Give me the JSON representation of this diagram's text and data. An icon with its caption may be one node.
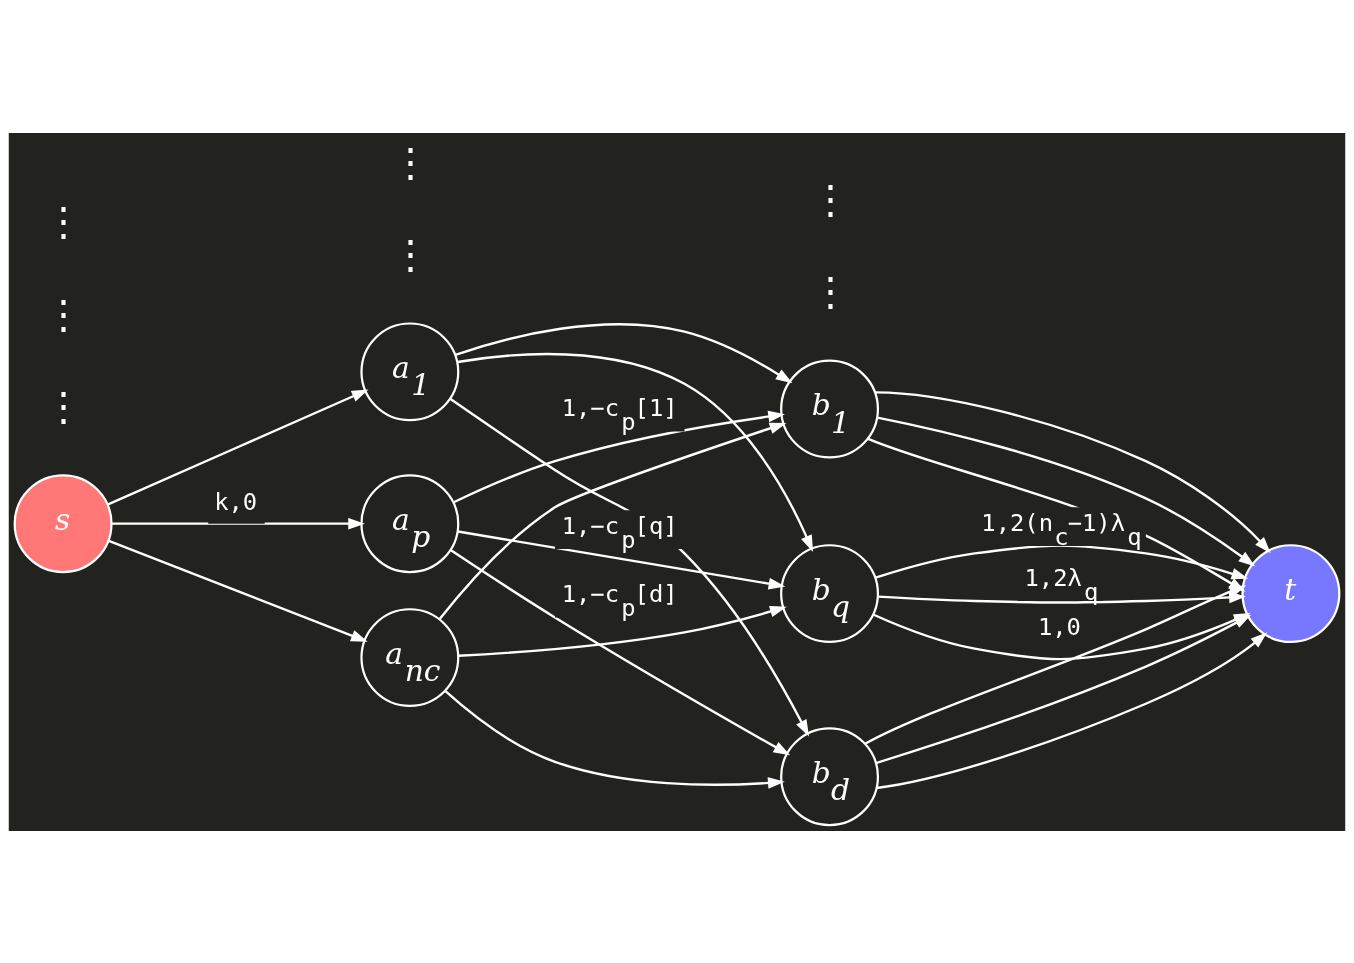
{
  "diagram": {
    "nodes": [
      {
        "text": [
          "s"
        ]
      },
      {
        "text": [
          "a$_{1}$"
        ]
      },
      {
        "text": [
          "a$_{p}$"
        ]
      },
      {
        "text": [
          "a$_{nc}$"
        ]
      },
      {
        "text": [
          "b$_{1}$"
        ]
      },
      {
        "text": [
          "b$_{q}$"
        ]
      },
      {
        "text": [
          "b$_{d}$"
        ]
      },
      {
        "text": [
          "t"
        ]
      }
    ],
    "edges": [
      {
        "from": 0,
        "to": 1,
        "arrow": "to"
      },
      {
        "from": 0,
        "to": 2,
        "arrow": "to",
        "label": "k,0"
      },
      {
        "from": 0,
        "to": 3,
        "arrow": "to"
      },
      {
        "from": 1,
        "to": 4,
        "arrow": "to"
      },
      {
        "from": 1,
        "to": 5,
        "arrow": "to"
      },
      {
        "from": 1,
        "to": 6,
        "arrow": "to"
      },
      {
        "from": 2,
        "to": 4,
        "arrow": "to",
        "label": "1,−c$_{p}$[1]"
      },
      {
        "from": 2,
        "to": 5,
        "arrow": "to",
        "label": "1,−c$_{p}$[q]"
      },
      {
        "from": 2,
        "to": 6,
        "arrow": "to",
        "label": "1,−c$_{p}$[d]"
      },
      {
        "from": 3,
        "to": 4,
        "arrow": "to"
      },
      {
        "from": 3,
        "to": 5,
        "arrow": "to"
      },
      {
        "from": 3,
        "to": 6,
        "arrow": "to"
      },
      {
        "from": 4,
        "to": 7,
        "arrow": "to"
      },
      {
        "from": 4,
        "to": 7,
        "arrow": "to"
      },
      {
        "from": 4,
        "to": 7,
        "arrow": "to"
      },
      {
        "from": 5,
        "to": 7,
        "arrow": "to",
        "label": "1,2(n$_{c}$−1)λ$_{q}$"
      },
      {
        "from": 5,
        "to": 7,
        "arrow": "to",
        "label": "1,2λ$_{q}$"
      },
      {
        "from": 5,
        "to": 7,
        "arrow": "to",
        "label": "1,0"
      },
      {
        "from": 6,
        "to": 7,
        "arrow": "to"
      },
      {
        "from": 6,
        "to": 7,
        "arrow": "to"
      },
      {
        "from": 6,
        "to": 7,
        "arrow": "to"
      }
    ],
    "labels": [
      "⋮",
      "⋮",
      "⋮",
      "⋮",
      "⋮",
      "⋮",
      "⋮"
    ]
  }
}
